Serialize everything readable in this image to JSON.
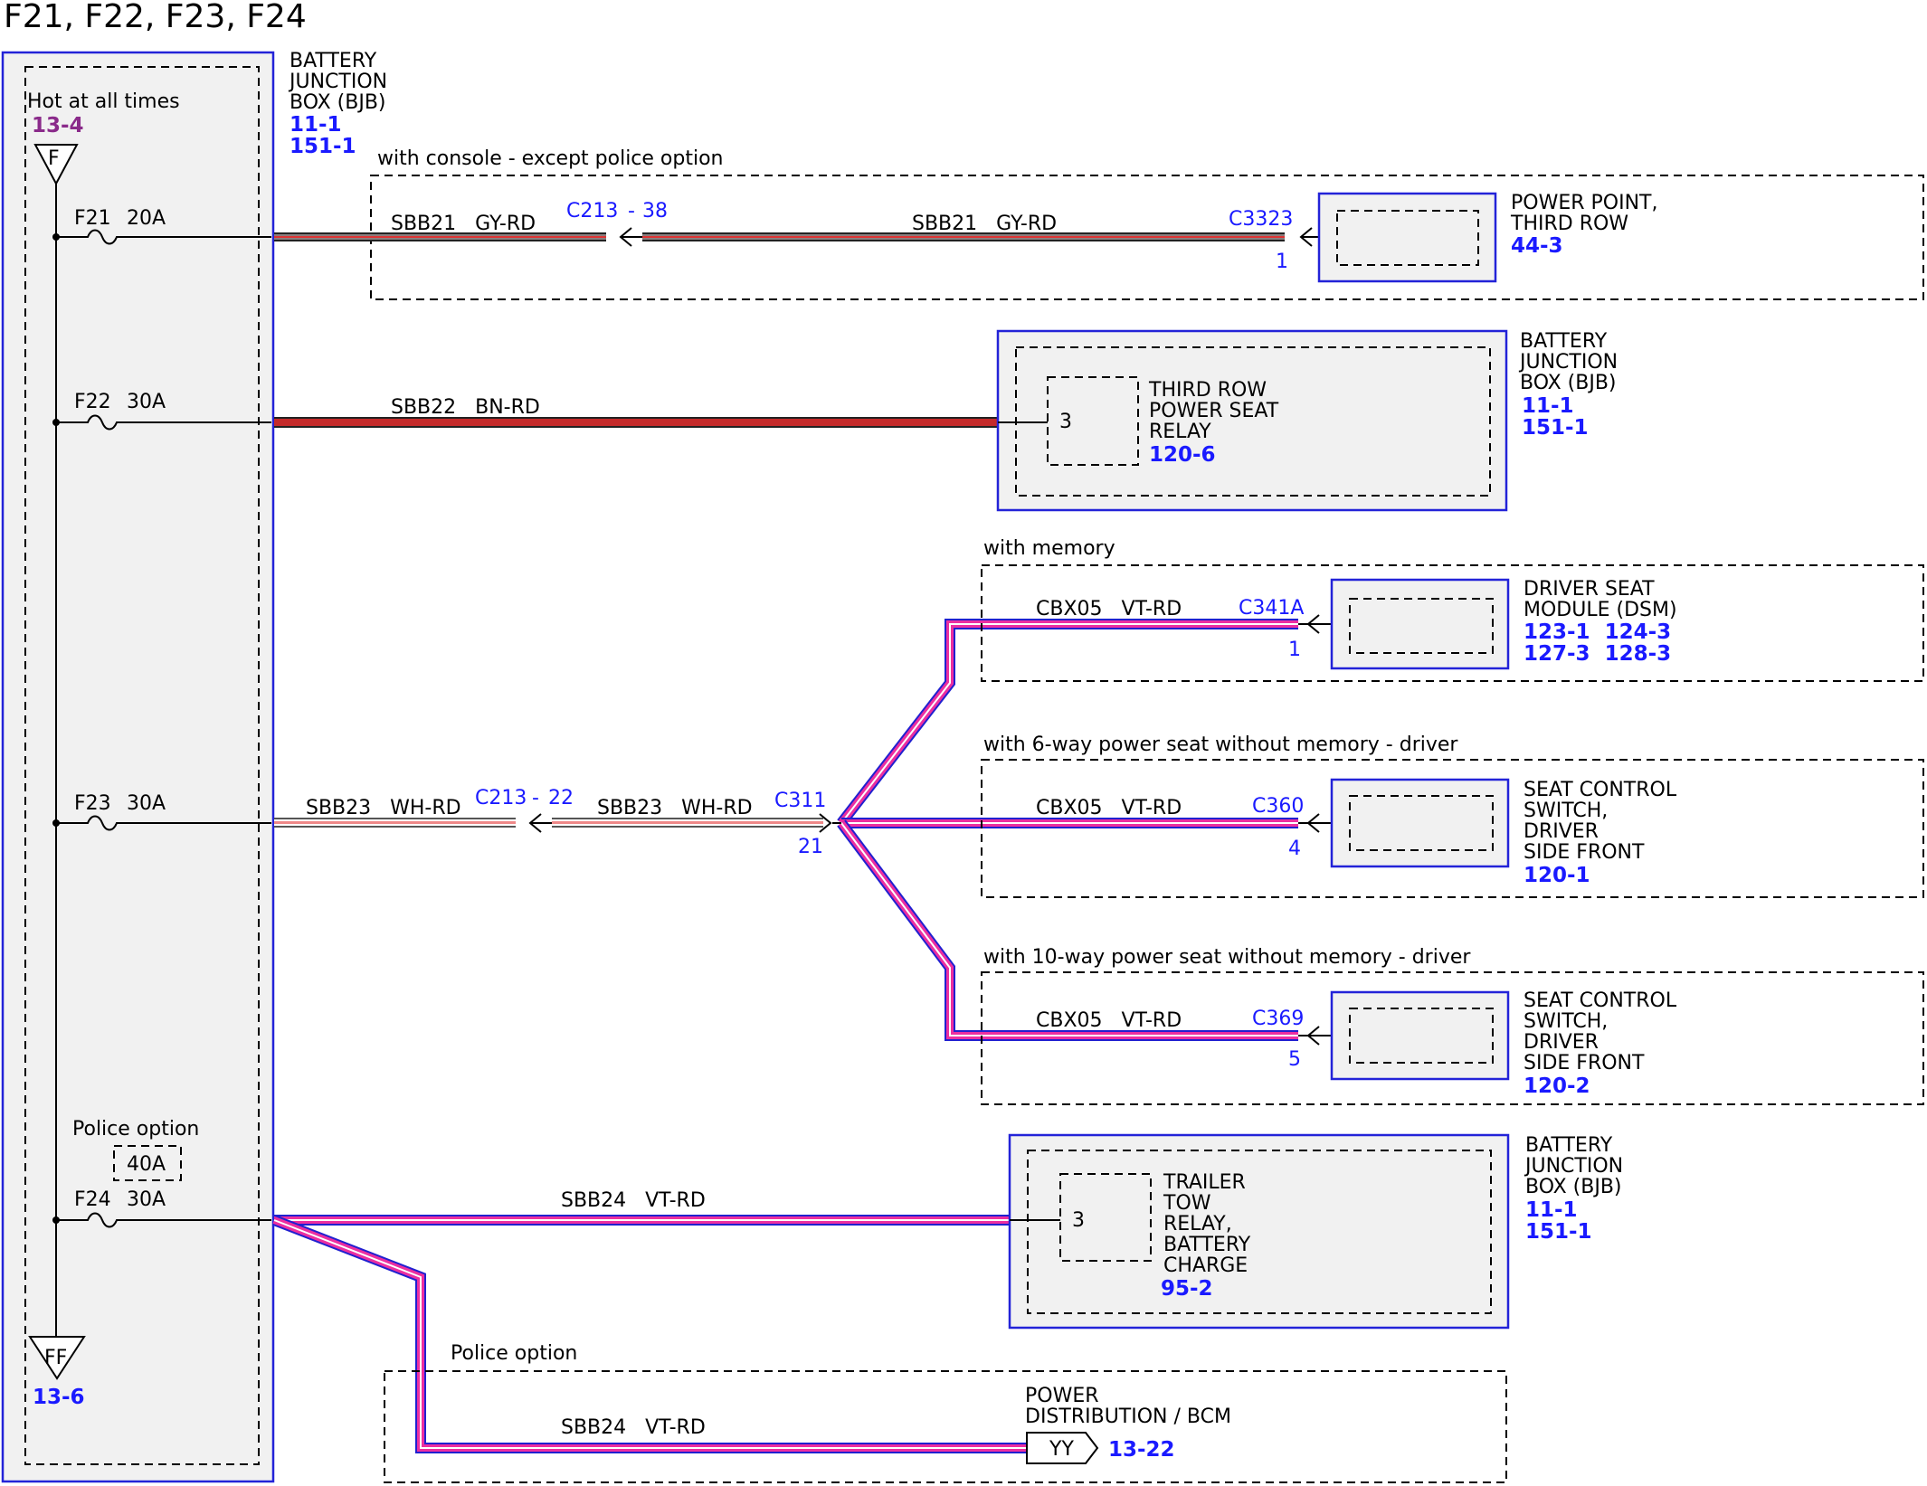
{
  "title": "F21, F22, F23, F24",
  "bjb_main": {
    "label": [
      "BATTERY",
      "JUNCTION",
      "BOX (BJB)"
    ],
    "refs": [
      "11-1",
      "151-1"
    ]
  },
  "hot": {
    "label": "Hot at all times",
    "ref": "13-4",
    "bus_top": "F",
    "bus_bottom": "FF",
    "bus_bottom_ref": "13-6"
  },
  "fuses": [
    {
      "id": "F21",
      "amp": "20A"
    },
    {
      "id": "F22",
      "amp": "30A"
    },
    {
      "id": "F23",
      "amp": "30A"
    },
    {
      "id": "F24",
      "amp": "30A"
    }
  ],
  "police_option": {
    "label": "Police option",
    "alt_amp": "40A"
  },
  "circuit1": {
    "condition": "with console - except police option",
    "wire_left": "SBB21   GY-RD",
    "inline_conn": "C213",
    "inline_dash": "-",
    "inline_pin": "38",
    "wire_right": "SBB21   GY-RD",
    "conn": "C3323",
    "pin": "1",
    "component": [
      "POWER POINT,",
      "THIRD ROW"
    ],
    "ref": "44-3"
  },
  "circuit2": {
    "wire": "SBB22   BN-RD",
    "pin": "3",
    "relay": [
      "THIRD ROW",
      "POWER SEAT",
      "RELAY"
    ],
    "relay_ref": "120-6",
    "box": [
      "BATTERY",
      "JUNCTION",
      "BOX (BJB)"
    ],
    "box_refs": [
      "11-1",
      "151-1"
    ]
  },
  "circuit3": {
    "wire_left": "SBB23   WH-RD",
    "inline_conn": "C213",
    "inline_dash": "-",
    "inline_pin": "22",
    "wire_mid": "SBB23   WH-RD",
    "splice_conn": "C311",
    "splice_pin": "21",
    "branches": [
      {
        "condition": "with memory",
        "wire": "CBX05   VT-RD",
        "conn": "C341A",
        "pin": "1",
        "component": [
          "DRIVER SEAT",
          "MODULE (DSM)"
        ],
        "refs": [
          "123-1  124-3",
          "127-3  128-3"
        ]
      },
      {
        "condition": "with 6-way power seat without memory - driver",
        "wire": "CBX05   VT-RD",
        "conn": "C360",
        "pin": "4",
        "component": [
          "SEAT CONTROL",
          "SWITCH,",
          "DRIVER",
          "SIDE FRONT"
        ],
        "refs": [
          "120-1"
        ]
      },
      {
        "condition": "with 10-way power seat without memory - driver",
        "wire": "CBX05   VT-RD",
        "conn": "C369",
        "pin": "5",
        "component": [
          "SEAT CONTROL",
          "SWITCH,",
          "DRIVER",
          "SIDE FRONT"
        ],
        "refs": [
          "120-2"
        ]
      }
    ]
  },
  "circuit4": {
    "wire": "SBB24   VT-RD",
    "pin": "3",
    "relay": [
      "TRAILER",
      "TOW",
      "RELAY,",
      "BATTERY",
      "CHARGE"
    ],
    "relay_ref": "95-2",
    "box": [
      "BATTERY",
      "JUNCTION",
      "BOX (BJB)"
    ],
    "box_refs": [
      "11-1",
      "151-1"
    ],
    "police": {
      "condition": "Police option",
      "wire": "SBB24   VT-RD",
      "dest": [
        "POWER",
        "DISTRIBUTION / BCM"
      ],
      "tag": "YY",
      "ref": "13-22"
    }
  },
  "colors": {
    "blue_outline": "#2323d8",
    "ref_blue": "#1a1aff",
    "ref_purple": "#8a2a8a",
    "gy_rd": "#8a7e7e",
    "bn_rd": "#c42a2a",
    "vt_rd": "#ec2fa0"
  }
}
